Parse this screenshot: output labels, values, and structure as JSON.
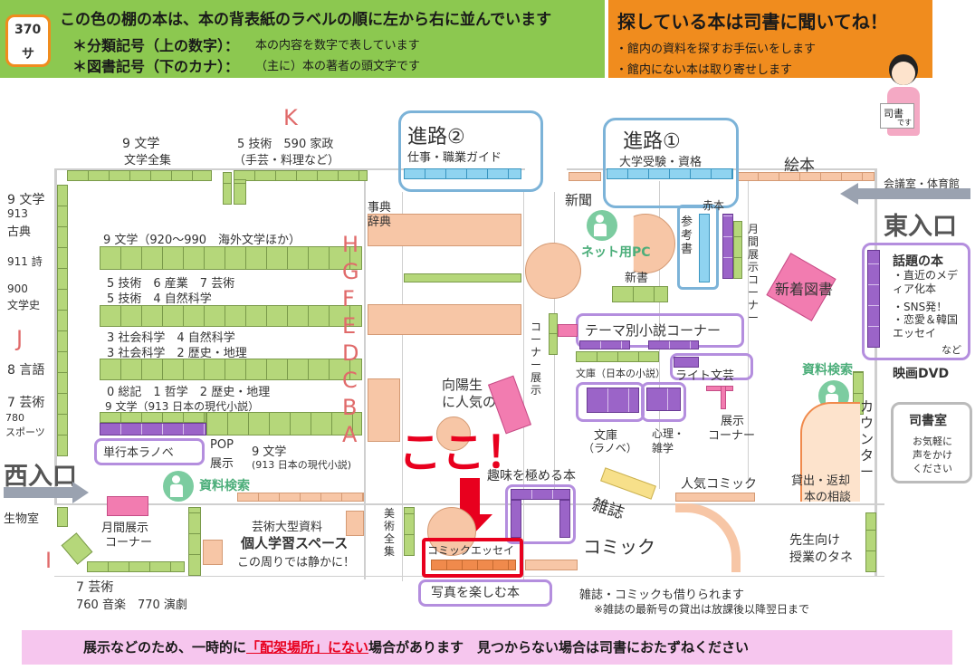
{
  "header": {
    "call_number_top": "370",
    "call_number_bottom": "サ",
    "line1": "この色の棚の本は、本の背表紙のラベルの順に左から右に並んでいます",
    "line2_key": "＊分類記号（上の数字）：",
    "line2_val": "本の内容を数字で表しています",
    "line3_key": "＊図書記号（下のカナ）：",
    "line3_val": "（主に）本の著者の頭文字です",
    "ask_title": "探している本は司書に聞いてね！",
    "ask_line1": "・館内の資料を探すお手伝いをします",
    "ask_line2": "・館内にない本は取り寄せします",
    "librarian_sign": "司書",
    "librarian_sign_small": "です"
  },
  "labels": {
    "k": "K",
    "lit9_top": "9 文学",
    "lit_all": "文学全集",
    "tech5": "5 技術　590 家政",
    "tech5_sub": "（手芸・料理など）",
    "path2": "進路②",
    "path2_sub": "仕事・職業ガイド",
    "path1": "進路①",
    "path1_sub": "大学受験・資格",
    "picture_books": "絵本",
    "meeting_room": "会議室・体育館",
    "east_entrance": "東入口",
    "lit9_left": "9 文学",
    "n913": "913",
    "classics": "古典",
    "n911": "911 詩",
    "n900": "900",
    "lit_history": "文学史",
    "j": "J",
    "lang8": "8 言語",
    "art7": "7 芸術",
    "n780": "780",
    "sports": "スポーツ",
    "west_entrance": "西入口",
    "bio_room": "生物室",
    "i": "I",
    "art7_bottom": "7 芸術",
    "music_drama": "760 音楽　770 演劇",
    "monthly_left": "月間展示",
    "corner_left": "コーナー",
    "row1": "9 文学（920〜990　海外文学ほか）",
    "row2a": "5 技術　6 産業　7 芸術",
    "row2b": "5 技術　4 自然科学",
    "row3a": "3 社会科学　4 自然科学",
    "row3b": "3 社会科学　2 歴史・地理",
    "row4": "0 総記　1 哲学　2 歴史・地理",
    "row5": "9 文学（913 日本の現代小説）",
    "light_novel_single": "単行本ラノベ",
    "pop": "POP",
    "pop_display": "展示",
    "lit9_mid": "9 文学",
    "lit9_mid_sub": "(913 日本の現代小説)",
    "search_left": "資料検索",
    "big_art": "芸術大型資料",
    "study_space": "個人学習スペース",
    "quiet": "この周りでは静かに！",
    "art_all": "美術全集",
    "dictionary": "事典",
    "dictionary2": "辞典",
    "letters": [
      "H",
      "G",
      "F",
      "E",
      "D",
      "C",
      "B",
      "A"
    ],
    "newspaper": "新聞",
    "net_pc": "ネット用PC",
    "new_books": "新書",
    "reference": "参考書",
    "red_book": "赤本",
    "monthly_right": "月間展示コーナー",
    "new_arrivals": "新着図書",
    "topical": "話題の本",
    "topical_1": "・直近のメディア化本",
    "topical_2": "・SNS発！",
    "topical_3": "・恋愛＆韓国エッセイ",
    "topical_etc": "など",
    "movie_dvd": "映画DVD",
    "search_right": "資料検索",
    "librarian_room": "司書室",
    "librarian_room_sub": "お気軽に声をかけください",
    "counter": "カウンター",
    "lend_return": "貸出・返却",
    "consult": "本の相談",
    "teacher": "先生向け",
    "class_seeds": "授業のタネ",
    "theme_novel": "テーマ別小説コーナー",
    "bunko_jp": "文庫（日本の小説）",
    "light_lit": "ライト文芸",
    "bunko_ln": "文庫",
    "bunko_ln_sub": "（ラノベ）",
    "psych": "心理・",
    "psych_sub": "雑学",
    "display_corner": "展示",
    "display_corner_sub": "コーナー",
    "corner_display_v": "コーナー展示",
    "popular": "向陽生",
    "popular_sub": "に人気の本",
    "here": "ここ！",
    "hobby": "趣味を極める本",
    "magazine": "雑誌",
    "popular_comic": "人気コミック",
    "comic": "コミック",
    "comic_essay": "コミックエッセイ",
    "photo": "写真を楽しむ本",
    "note1": "雑誌・コミックも借りられます",
    "note2": "※雑誌の最新号の貸出は放課後以降翌日まで"
  },
  "footer": {
    "pre": "展示などのため、一時的に",
    "emph": "「配架場所」にない",
    "post": "場合があります　見つからない場合は司書におたずねください"
  },
  "colors": {
    "header_green": "#8cc850",
    "header_orange": "#f08c1e",
    "footer_pink": "#f6c6ee",
    "highlight_red": "#e8001e"
  }
}
